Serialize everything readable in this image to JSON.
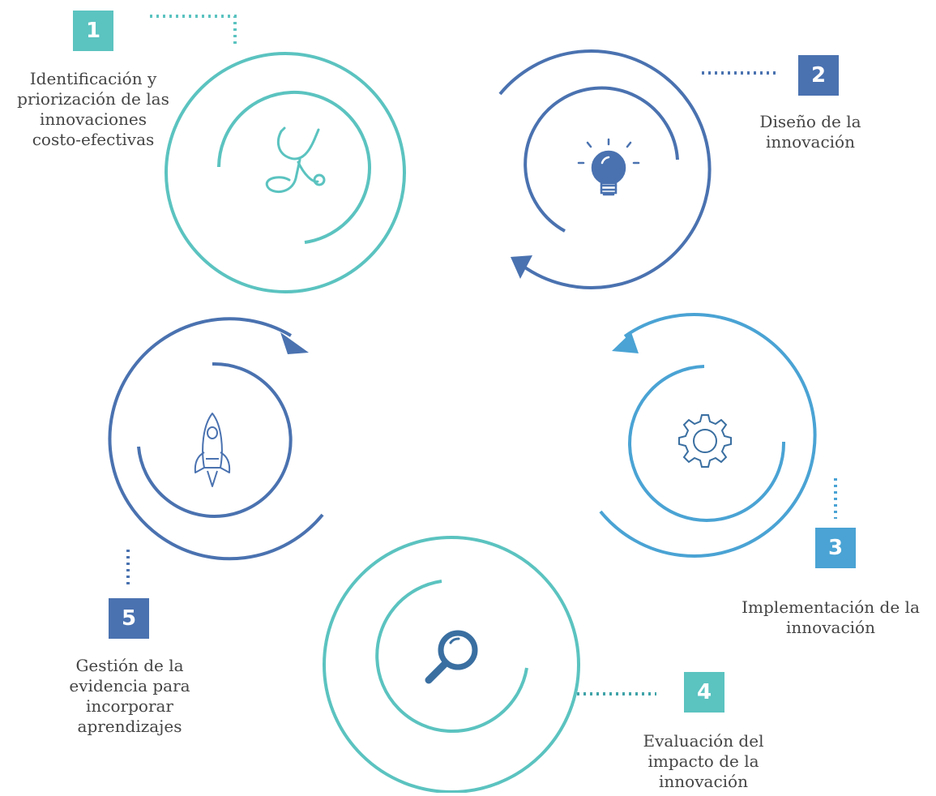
{
  "colors": {
    "teal": "#5bc3c0",
    "teal_dark": "#3fa3a8",
    "blue": "#4a72b0",
    "light_blue": "#4aa3d4",
    "steel_blue": "#3a6fa1",
    "text": "#444444"
  },
  "steps": [
    {
      "number": "1",
      "lines": [
        "Identificación y",
        "priorización de las",
        "innovaciones",
        "costo-efectivas"
      ],
      "icon": "stethoscope-icon",
      "color": "#5bc3c0"
    },
    {
      "number": "2",
      "lines": [
        "Diseño de la",
        "innovación"
      ],
      "icon": "lightbulb-icon",
      "color": "#4a72b0"
    },
    {
      "number": "3",
      "lines": [
        "Implementación de la",
        "innovación"
      ],
      "icon": "gear-icon",
      "color": "#4aa3d4"
    },
    {
      "number": "4",
      "lines": [
        "Evaluación del",
        "impacto de la",
        "innovación"
      ],
      "icon": "magnifier-icon",
      "color": "#5bc3c0"
    },
    {
      "number": "5",
      "lines": [
        "Gestión de la",
        "evidencia para",
        "incorporar",
        "aprendizajes"
      ],
      "icon": "rocket-icon",
      "color": "#4a72b0"
    }
  ]
}
